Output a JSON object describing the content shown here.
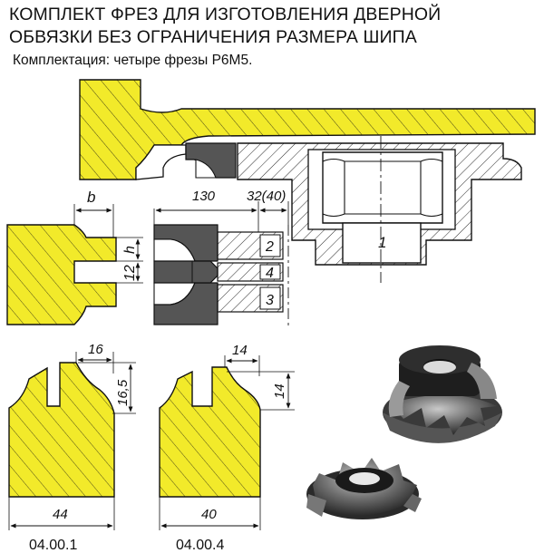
{
  "heading": {
    "line1": "КОМПЛЕКТ ФРЕЗ ДЛЯ ИЗГОТОВЛЕНИЯ ДВЕРНОЙ",
    "line2": "ОБВЯЗКИ БЕЗ ОГРАНИЧЕНИЯ РАЗМЕРА ШИПА",
    "subtitle": "Комплектация: четыре фрезы Р6М5."
  },
  "colors": {
    "wood": "#f2ea2a",
    "cutter_dark": "#555555",
    "line": "#111111",
    "background": "#ffffff"
  },
  "assembly": {
    "part_number": "1",
    "dim_b": "b",
    "dim_h": "h",
    "dim_130": "130",
    "dim_32_40": "32(40)",
    "dim_12": "12",
    "cutters": [
      "2",
      "4",
      "3"
    ]
  },
  "profile_left": {
    "width": "16",
    "height": "16,5",
    "base": "44",
    "code": "04.00.1"
  },
  "profile_right": {
    "width": "14",
    "height": "14",
    "base": "40",
    "code": "04.00.4"
  },
  "photos": {
    "top": "cutter-photo-top",
    "bottom": "cutter-photo-bottom"
  }
}
